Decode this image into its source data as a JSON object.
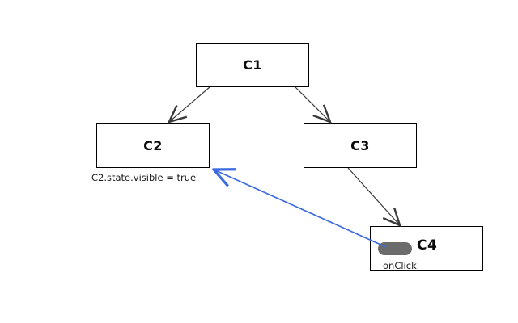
{
  "diagram": {
    "nodes": [
      {
        "id": "C1",
        "label": "C1"
      },
      {
        "id": "C2",
        "label": "C2"
      },
      {
        "id": "C3",
        "label": "C3"
      },
      {
        "id": "C4",
        "label": "C4"
      }
    ],
    "annotations": {
      "c2_state": "C2.state.visible = true",
      "c4_event": "onClick"
    },
    "edges": [
      {
        "from": "C1",
        "to": "C2",
        "style": "plain"
      },
      {
        "from": "C1",
        "to": "C3",
        "style": "plain"
      },
      {
        "from": "C3",
        "to": "C4",
        "style": "plain"
      },
      {
        "from": "C4",
        "to": "C2",
        "style": "highlight"
      }
    ]
  },
  "colors": {
    "edge": "#3a3a3a",
    "highlight_edge": "#3c6ae0",
    "pill": "#6b6b6b",
    "node_border": "#000000",
    "background": "#ffffff"
  }
}
